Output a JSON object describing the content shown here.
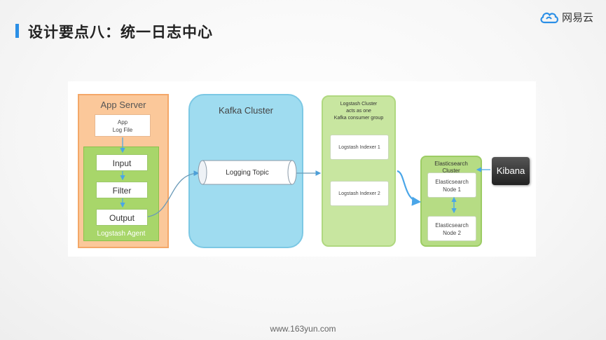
{
  "header": {
    "title": "设计要点八：统一日志中心",
    "brand": "网易云"
  },
  "footer": {
    "url": "www.163yun.com"
  },
  "diagram": {
    "app_server": {
      "label": "App Server",
      "log_file": [
        "App",
        "Log File"
      ]
    },
    "logstash_agent": {
      "label": "Logstash Agent",
      "stages": [
        "Input",
        "Filter",
        "Output"
      ]
    },
    "kafka": {
      "label": "Kafka Cluster",
      "topic": "Logging Topic"
    },
    "logstash_cluster": {
      "label": [
        "Logstash Cluster",
        "acts as one",
        "Kafka consumer group"
      ],
      "indexers": [
        "Logstash Indexer 1",
        "Logstash Indexer 2"
      ]
    },
    "elasticsearch": {
      "label": [
        "Elasticsearch",
        "Cluster"
      ],
      "nodes": [
        [
          "Elasticsearch",
          "Node 1"
        ],
        [
          "Elasticsearch",
          "Node 2"
        ]
      ]
    },
    "kibana": {
      "label": "Kibana"
    }
  },
  "colors": {
    "accent": "#2b8fe6",
    "app_server": "#fbc89a",
    "agent": "#a8d66a",
    "kafka": "#9fdcf0",
    "logstash": "#c8e6a0",
    "arrow": "#4aa6e8"
  }
}
